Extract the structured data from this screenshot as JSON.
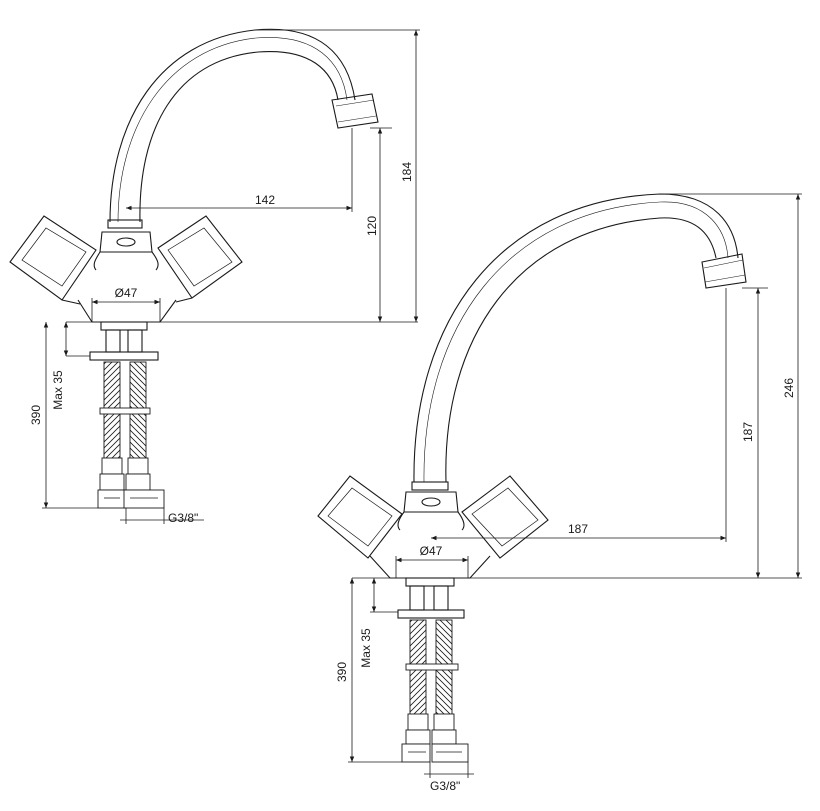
{
  "faucet_small": {
    "spout_reach": "142",
    "spout_height": "120",
    "total_height": "184",
    "base_diameter": "Ø47",
    "max_thickness": "Max 35",
    "hose_length": "390",
    "thread": "G3/8\""
  },
  "faucet_large": {
    "spout_reach": "187",
    "spout_height": "187",
    "total_height": "246",
    "base_diameter": "Ø47",
    "max_thickness": "Max 35",
    "hose_length": "390",
    "thread": "G3/8\""
  },
  "colors": {
    "line": "#1a1a1a",
    "background": "#ffffff"
  }
}
